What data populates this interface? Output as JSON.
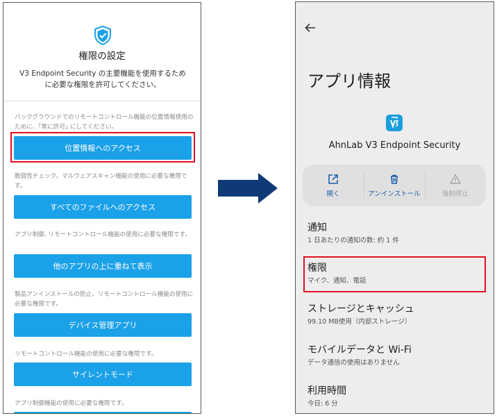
{
  "left": {
    "title": "権限の設定",
    "description": "V3 Endpoint Security の主要機能を使用するために必要な権限を許可してください。",
    "sections": [
      {
        "note": "バックグラウンドでのリモートコントロール機能の位置情報使用のために、｢常に許可｣ にしてください。",
        "button": "位置情報へのアクセス"
      },
      {
        "note": "脆弱性チェック、マルウェアスキャン機能の使用に必要な権限です。",
        "button": "すべてのファイルへのアクセス"
      },
      {
        "note": "アプリ制御, リモートコントロール機能の使用に必要な権限です。",
        "button": "他のアプリの上に重ねて表示"
      },
      {
        "note": "製品アンインストールの防止、リモートコントロール機能の使用に必要な権限です。",
        "button": "デバイス管理アプリ"
      },
      {
        "note": "リモートコントロール機能の使用に必要な権限です。",
        "button": "サイレントモード"
      },
      {
        "note": "アプリ制御機能の使用に必要な権限です。",
        "button": ""
      }
    ]
  },
  "right": {
    "title": "アプリ情報",
    "app_name": "AhnLab V3 Endpoint Security",
    "actions": {
      "open": "開く",
      "uninstall": "アンインストール",
      "force_stop": "強制停止"
    },
    "items": [
      {
        "title": "通知",
        "subtitle": "1 日あたりの通知の数: 約 1 件"
      },
      {
        "title": "権限",
        "subtitle": "マイク、通知、電話"
      },
      {
        "title": "ストレージとキャッシュ",
        "subtitle": "99.10 MB使用（内部ストレージ）"
      },
      {
        "title": "モバイルデータと Wi-Fi",
        "subtitle": "データ通信の使用はありません"
      },
      {
        "title": "利用時間",
        "subtitle": "今日: 6 分"
      }
    ]
  },
  "colors": {
    "button_blue": "#1ba1e8",
    "highlight_red": "#e0101f",
    "arrow_navy": "#0f3a75",
    "app_icon_blue": "#1a9fdc"
  }
}
